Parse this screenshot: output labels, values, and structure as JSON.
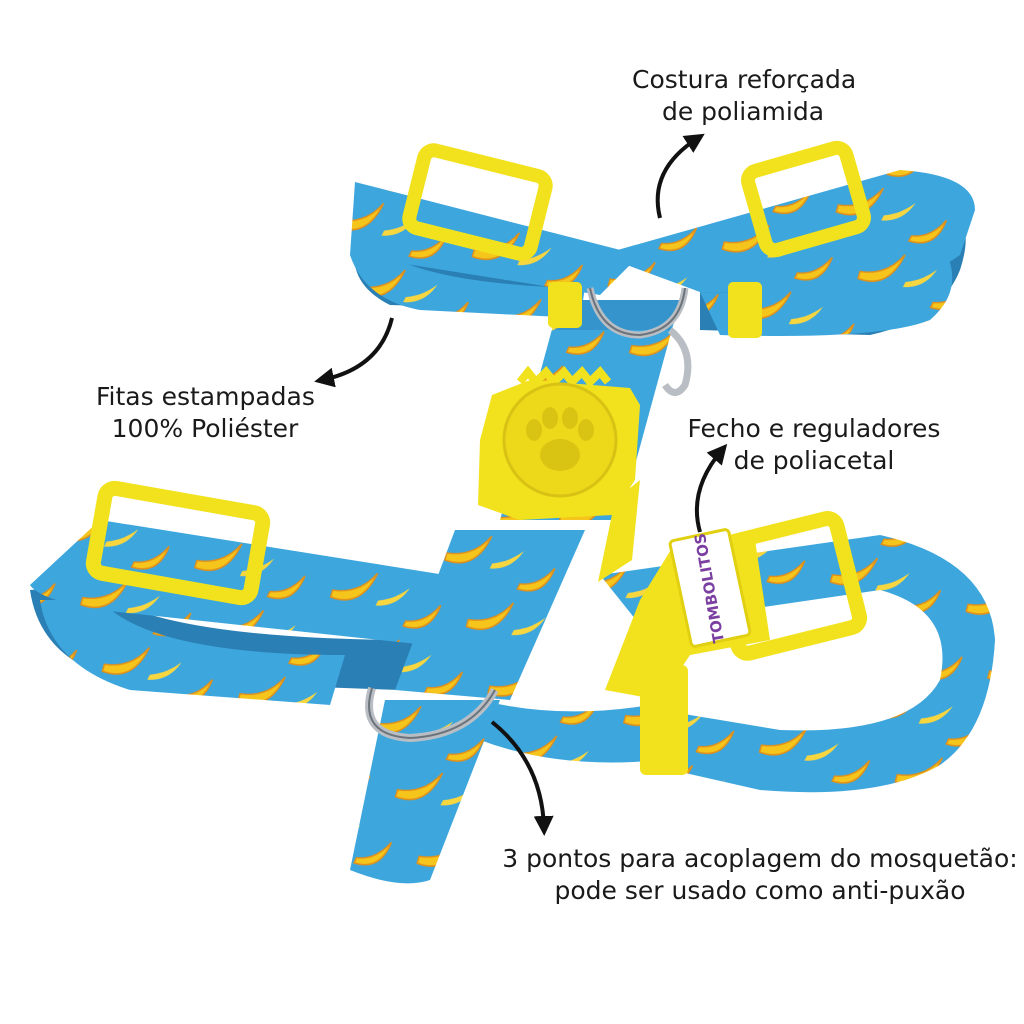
{
  "callouts": {
    "seam": {
      "line1": "Costura reforçada",
      "line2": "de poliamida"
    },
    "straps": {
      "line1": "Fitas estampadas",
      "line2": "100% Poliéster"
    },
    "buckle": {
      "line1": "Fecho e reguladores",
      "line2": "de poliacetal"
    },
    "points": {
      "line1": "3 pontos para acoplagem do mosquetão:",
      "line2": "pode ser usado como anti-puxão"
    }
  },
  "brand_tag": {
    "text": "TOMBOLITOS"
  },
  "colors": {
    "strap_blue": "#3da6dd",
    "strap_dark": "#2a7fb5",
    "hardware_yellow": "#f2e21e",
    "banana_yellow": "#f5c51c",
    "banana_shade": "#e0901a",
    "ring_metal": "#b9bec4",
    "arrow": "#111111"
  },
  "icons": [
    "paw-icon",
    "arrow-icon"
  ]
}
